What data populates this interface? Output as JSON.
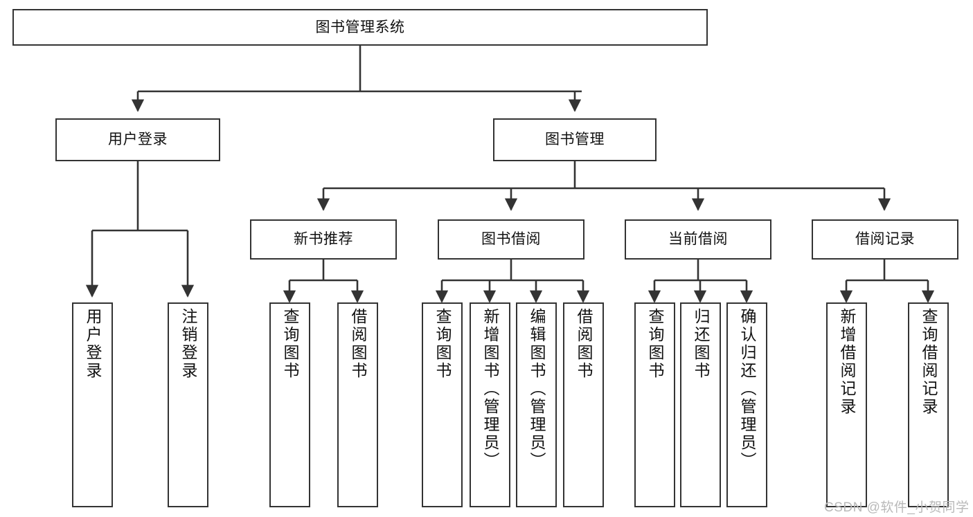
{
  "diagram": {
    "title": "图书管理系统",
    "type": "tree",
    "watermark": "CSDN @软件_小贺同学",
    "colors": {
      "box_border": "#333333",
      "box_fill": "#ffffff",
      "link": "#333333",
      "text": "#111111",
      "watermark": "#b9b9b9"
    },
    "nodes": {
      "root": {
        "label": "图书管理系统"
      },
      "level2": [
        {
          "id": "user-login",
          "label": "用户登录"
        },
        {
          "id": "book-manage",
          "label": "图书管理"
        }
      ],
      "level3": [
        {
          "id": "new-book-rec",
          "label": "新书推荐"
        },
        {
          "id": "book-borrow",
          "label": "图书借阅"
        },
        {
          "id": "current-borrow",
          "label": "当前借阅"
        },
        {
          "id": "borrow-record",
          "label": "借阅记录"
        }
      ],
      "leaves": {
        "user_login": [
          {
            "id": "leaf-user-login",
            "label": "用户登录"
          },
          {
            "id": "leaf-logout-login",
            "label": "注销登录"
          }
        ],
        "new_book_rec": [
          {
            "id": "leaf-query-book-1",
            "label": "查询图书"
          },
          {
            "id": "leaf-borrow-book-1",
            "label": "借阅图书"
          }
        ],
        "book_borrow": [
          {
            "id": "leaf-query-book-2",
            "label": "查询图书"
          },
          {
            "id": "leaf-add-book",
            "label": "新增图书（管理员）"
          },
          {
            "id": "leaf-edit-book",
            "label": "编辑图书（管理员）"
          },
          {
            "id": "leaf-borrow-book-2",
            "label": "借阅图书"
          }
        ],
        "current_borrow": [
          {
            "id": "leaf-query-book-3",
            "label": "查询图书"
          },
          {
            "id": "leaf-return-book",
            "label": "归还图书"
          },
          {
            "id": "leaf-confirm-return",
            "label": "确认归还（管理员）"
          }
        ],
        "borrow_record": [
          {
            "id": "leaf-add-record",
            "label": "新增借阅记录"
          },
          {
            "id": "leaf-query-record",
            "label": "查询借阅记录"
          }
        ]
      }
    }
  }
}
